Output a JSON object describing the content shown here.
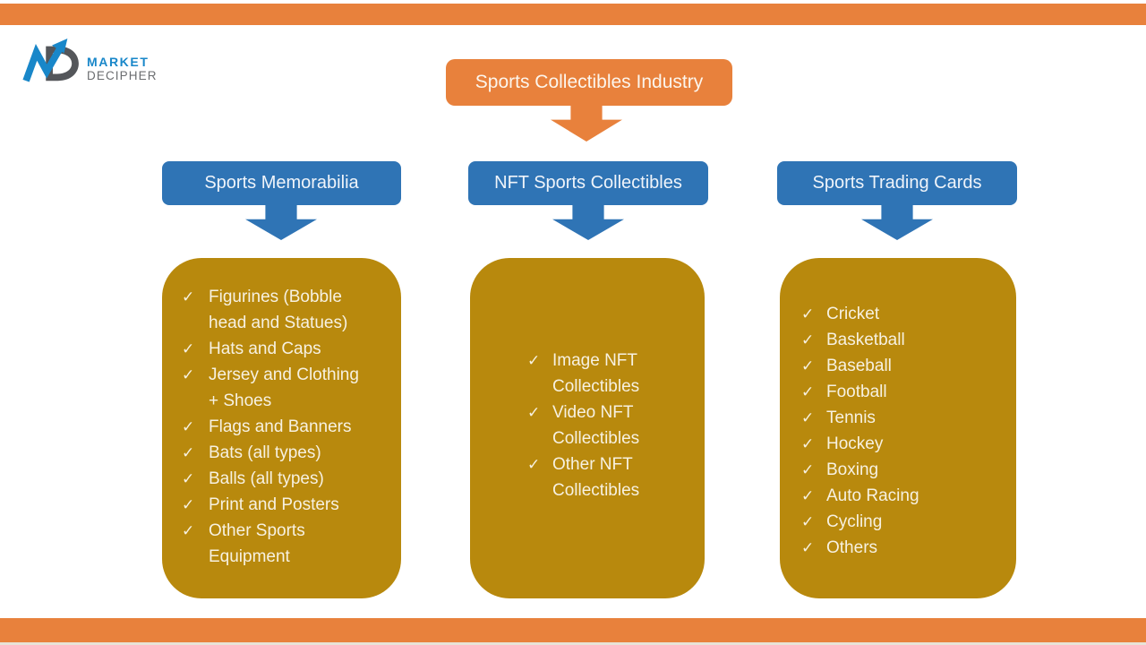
{
  "logo": {
    "market": "MARKET",
    "decipher": "DECIPHER"
  },
  "diagram": {
    "root_label": "Sports Collectibles Industry",
    "branches": [
      {
        "header": "Sports Memorabilia",
        "items": [
          "Figurines (Bobble head and Statues)",
          "Hats and Caps",
          "Jersey and Clothing + Shoes",
          "Flags and Banners",
          "Bats (all types)",
          "Balls (all types)",
          "Print and Posters",
          "Other Sports Equipment"
        ]
      },
      {
        "header": "NFT Sports Collectibles",
        "items": [
          "Image NFT Collectibles",
          "Video NFT Collectibles",
          "Other NFT Collectibles"
        ]
      },
      {
        "header": "Sports Trading Cards",
        "items": [
          "Cricket",
          "Basketball",
          "Baseball",
          "Football",
          "Tennis",
          "Hockey",
          "Boxing",
          "Auto Racing",
          "Cycling",
          "Others"
        ]
      }
    ]
  },
  "icons": {
    "check": "✓",
    "logo_mark": "md-arrow-logo",
    "connector": "down-arrow"
  },
  "colors": {
    "orange": "#E8813C",
    "blue": "#2F74B5",
    "gold": "#B8890D",
    "cream": "#F7F1E1",
    "footer_strip": "#E8E3D7",
    "logo_blue": "#1987C9",
    "logo_gray": "#6B6D70",
    "logo_mark_gray": "#54565A"
  }
}
